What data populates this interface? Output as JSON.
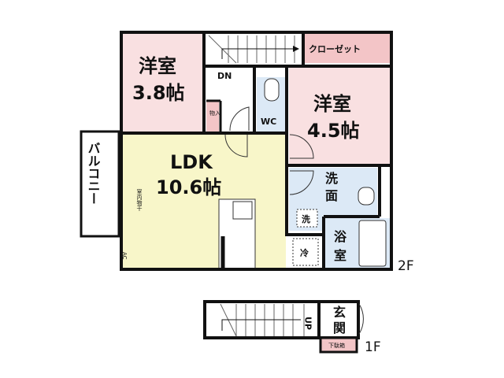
{
  "floor2": {
    "label": "2F",
    "rooms": {
      "western1_name": "洋室",
      "western1_size": "3.8帖",
      "western2_name": "洋室",
      "western2_size": "4.5帖",
      "ldk_name": "LDK",
      "ldk_size": "10.6帖",
      "closet": "クローゼット",
      "storage": "物入",
      "wc": "WC",
      "washroom_1": "洗",
      "washroom_2": "面",
      "bath_1": "浴",
      "bath_2": "室",
      "balcony": "バルコニー",
      "stairs": "DN",
      "washer": "洗",
      "fridge": "冷",
      "indoor_drying": "室内物干",
      "ac": "AC"
    }
  },
  "floor1": {
    "label": "1F",
    "stairs": "UP",
    "entrance_1": "玄",
    "entrance_2": "関",
    "shoe_box": "下駄箱"
  },
  "colors": {
    "bedroom": "#f9e0e1",
    "closet": "#f3c5c7",
    "ldk": "#f8f6c9",
    "wet": "#dce9f6",
    "wall": "#111111"
  }
}
